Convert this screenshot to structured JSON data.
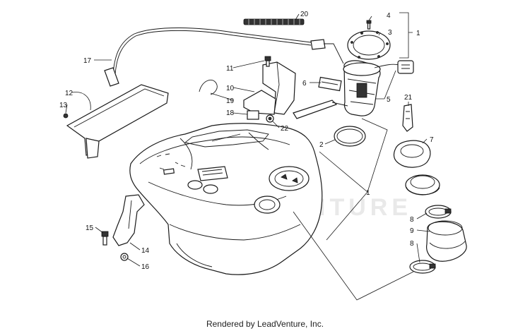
{
  "watermark": "LEADVENTURE",
  "footer": {
    "text": "Rendered by LeadVenture, Inc."
  },
  "callouts": [
    {
      "id": "c1a",
      "label": "1"
    },
    {
      "id": "c1b",
      "label": "1"
    },
    {
      "id": "c2",
      "label": "2"
    },
    {
      "id": "c3",
      "label": "3"
    },
    {
      "id": "c4",
      "label": "4"
    },
    {
      "id": "c5",
      "label": "5"
    },
    {
      "id": "c6",
      "label": "6"
    },
    {
      "id": "c7",
      "label": "7"
    },
    {
      "id": "c8a",
      "label": "8"
    },
    {
      "id": "c8b",
      "label": "8"
    },
    {
      "id": "c9",
      "label": "9"
    },
    {
      "id": "c10",
      "label": "10"
    },
    {
      "id": "c11",
      "label": "11"
    },
    {
      "id": "c12",
      "label": "12"
    },
    {
      "id": "c13",
      "label": "13"
    },
    {
      "id": "c14",
      "label": "14"
    },
    {
      "id": "c15",
      "label": "15"
    },
    {
      "id": "c16",
      "label": "16"
    },
    {
      "id": "c17",
      "label": "17"
    },
    {
      "id": "c18",
      "label": "18"
    },
    {
      "id": "c19",
      "label": "19"
    },
    {
      "id": "c20",
      "label": "20"
    },
    {
      "id": "c21",
      "label": "21"
    },
    {
      "id": "c22",
      "label": "22"
    }
  ]
}
